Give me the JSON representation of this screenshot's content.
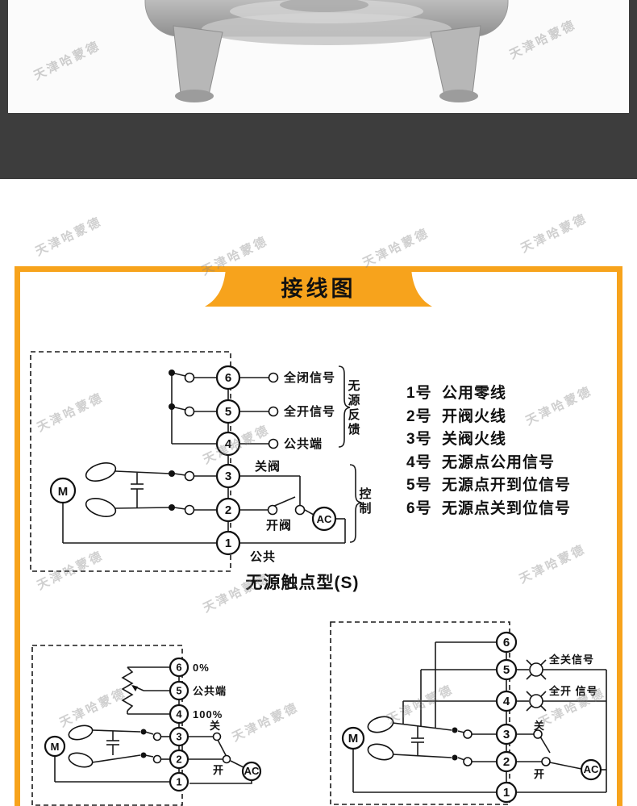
{
  "watermark": "天津哈蒙德",
  "banner": {
    "title": "接线图"
  },
  "diagram_top": {
    "motor_label": "M",
    "terminals": [
      "6",
      "5",
      "4",
      "3",
      "2",
      "1"
    ],
    "line_labels": {
      "t6": "全闭信号",
      "t5": "全开信号",
      "t4": "公共端",
      "t3": "关阀",
      "t2": "开阀",
      "t1": "公共"
    },
    "ac_label": "AC",
    "bracket_feedback": "无源反馈",
    "bracket_control": "控制",
    "caption": "无源触点型(S)"
  },
  "terminal_notes": [
    {
      "num": "1号",
      "desc": "公用零线"
    },
    {
      "num": "2号",
      "desc": "开阀火线"
    },
    {
      "num": "3号",
      "desc": "关阀火线"
    },
    {
      "num": "4号",
      "desc": "无源点公用信号"
    },
    {
      "num": "5号",
      "desc": "无源点开到位信号"
    },
    {
      "num": "6号",
      "desc": "无源点关到位信号"
    }
  ],
  "diagram_left": {
    "motor_label": "M",
    "terminals": [
      "6",
      "5",
      "4",
      "3",
      "2",
      "1"
    ],
    "line_labels": {
      "t6": "0%",
      "t5": "公共端",
      "t4": "100%",
      "t3": "关",
      "t2": "开"
    },
    "ac_label": "AC"
  },
  "diagram_right": {
    "motor_label": "M",
    "terminals": [
      "6",
      "5",
      "4",
      "3",
      "2",
      "1"
    ],
    "line_labels": {
      "t5": "全关信号",
      "t4": "全开 信号",
      "t3": "关",
      "t2": "开"
    },
    "ac_label": "AC"
  }
}
